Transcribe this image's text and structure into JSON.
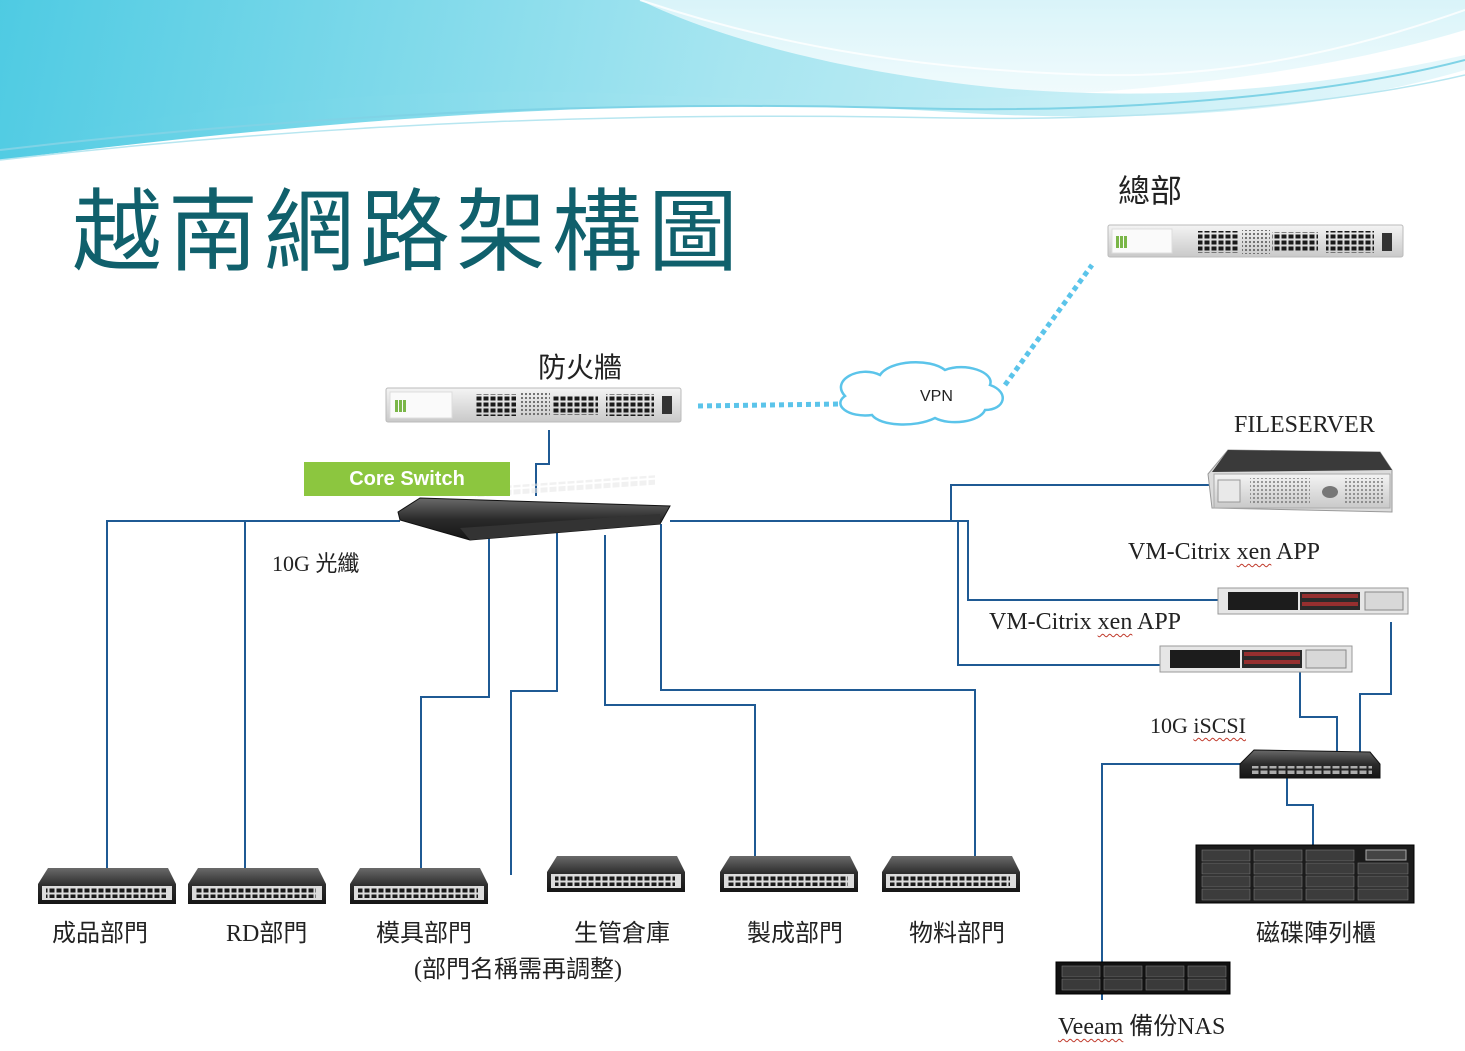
{
  "title": "越南網路架構圖",
  "labels": {
    "hq": "總部",
    "firewall": "防火牆",
    "vpn": "VPN",
    "core_switch": "Core Switch",
    "fiber": "10G 光纖",
    "fileserver": "FILESERVER",
    "vm_app_1_prefix": "VM-Citrix ",
    "vm_app_1_xen": "xen",
    "vm_app_1_suffix": " APP",
    "vm_app_2_prefix": "VM-Citrix ",
    "vm_app_2_xen": "xen",
    "vm_app_2_suffix": " APP",
    "iscsi_prefix": "10G ",
    "iscsi_word": "iSCSI",
    "disk_array": "磁碟陣列櫃",
    "nas_prefix": "Veeam",
    "nas_suffix": " 備份NAS",
    "dept_note": "(部門名稱需再調整)"
  },
  "departments": [
    "成品部門",
    "RD部門",
    "模具部門",
    "生管倉庫",
    "製成部門",
    "物料部門"
  ],
  "colors": {
    "title": "#10606c",
    "link": "#1f5a94",
    "vpn_link": "#5bc4ea",
    "badge": "#8cc63f"
  }
}
